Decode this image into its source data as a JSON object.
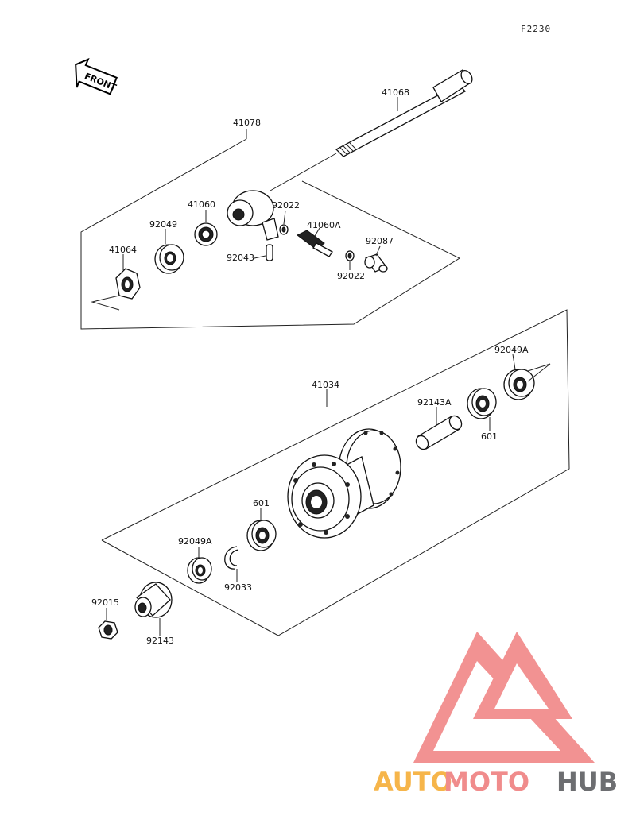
{
  "figure_code": "F2230",
  "front_arrow_label": "FRONT",
  "parts": {
    "p41068": "41068",
    "p41078": "41078",
    "p41060": "41060",
    "p92022_top": "92022",
    "p41060A": "41060A",
    "p92049": "92049",
    "p92087": "92087",
    "p41064": "41064",
    "p92043": "92043",
    "p92022_bot": "92022",
    "p92049A_right": "92049A",
    "p41034": "41034",
    "p92143A": "92143A",
    "p601_right": "601",
    "p601_left": "601",
    "p92049A_left": "92049A",
    "p92033": "92033",
    "p92015": "92015",
    "p92143": "92143"
  },
  "watermark": {
    "part1": "AUTO",
    "part2": "MOTO",
    "part3": "HUB",
    "color1": "#f6b54a",
    "color2": "#f08c8c",
    "color3": "#6d6e71"
  }
}
